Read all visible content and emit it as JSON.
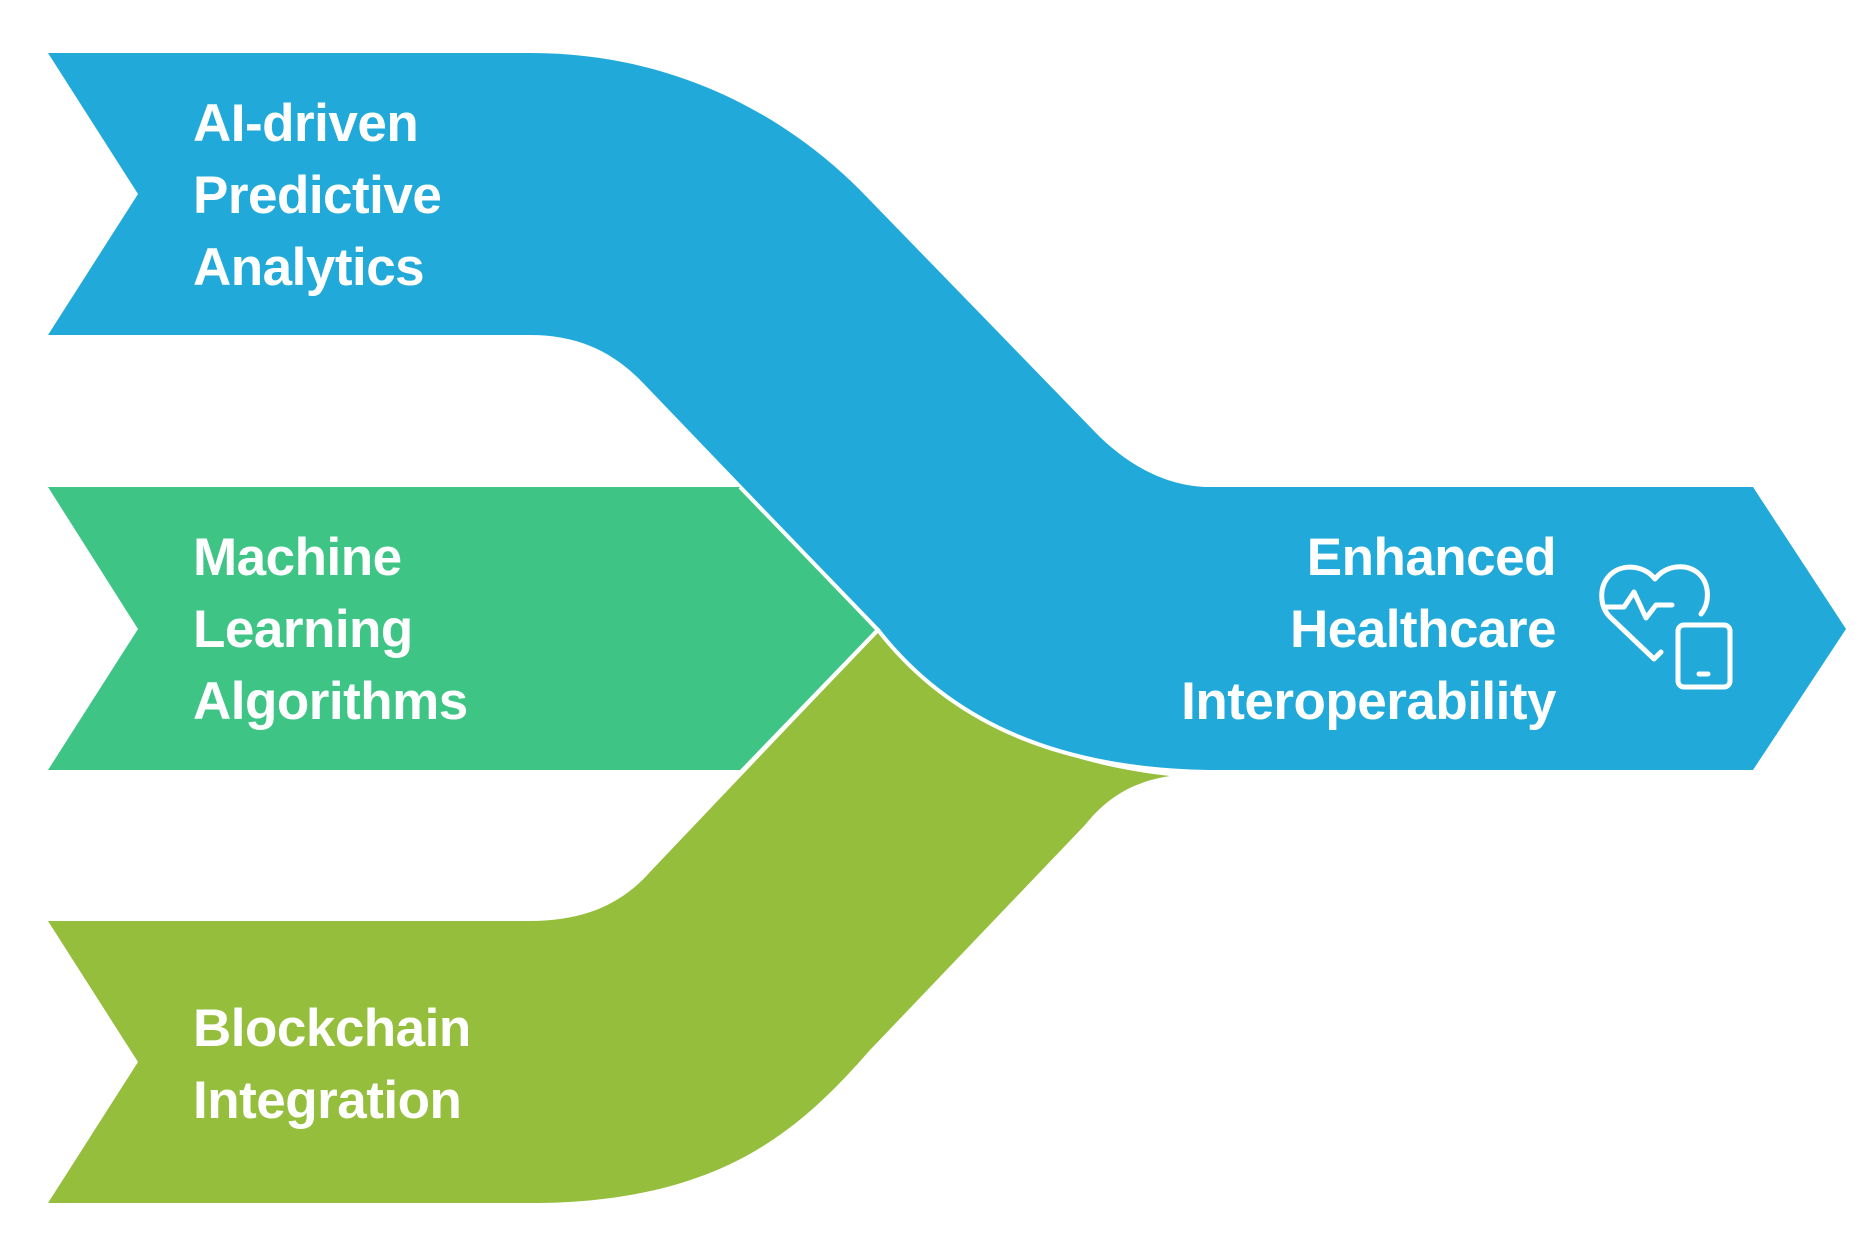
{
  "diagram": {
    "type": "converging-flow",
    "colors": {
      "blue": "#21aad9",
      "green": "#3ec586",
      "olive": "#94be3c",
      "text": "#ffffff",
      "background": "#ffffff"
    },
    "inputs": [
      {
        "id": "ai",
        "lines": [
          "AI-driven",
          "Predictive",
          "Analytics"
        ],
        "color": "#21aad9"
      },
      {
        "id": "ml",
        "lines": [
          "Machine",
          "Learning",
          "Algorithms"
        ],
        "color": "#3ec586"
      },
      {
        "id": "bc",
        "lines": [
          "Blockchain",
          "Integration"
        ],
        "color": "#94be3c"
      }
    ],
    "output": {
      "lines": [
        "Enhanced",
        "Healthcare",
        "Interoperability"
      ],
      "color": "#21aad9",
      "icon": "heart-monitor-tablet-icon"
    }
  }
}
